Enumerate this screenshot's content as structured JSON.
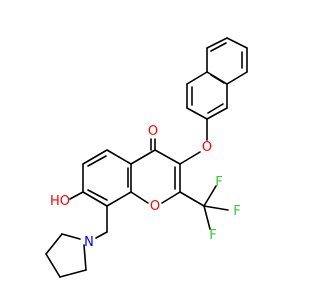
{
  "molecule": {
    "atom_labels": {
      "carbonyl_oxygen": "O",
      "ether_oxygen": "O",
      "ring_oxygen": "O",
      "hydroxyl_group": "HO",
      "pyrrolidine_nitrogen": "N",
      "fluorine_top": "F",
      "fluorine_right": "F",
      "fluorine_bottom": "F"
    },
    "colors": {
      "oxygen": "#ff0000",
      "nitrogen": "#0000ff",
      "fluorine": "#33cc33",
      "bond": "#000000"
    }
  }
}
